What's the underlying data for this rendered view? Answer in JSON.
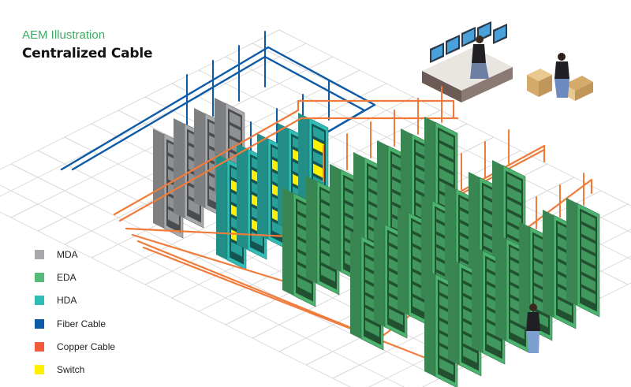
{
  "header": {
    "subtitle": "AEM Illustration",
    "title": "Centralized Cable"
  },
  "legend": [
    {
      "label": "MDA",
      "color": "#a7a9ac"
    },
    {
      "label": "EDA",
      "color": "#57b97a"
    },
    {
      "label": "HDA",
      "color": "#2fbdb5"
    },
    {
      "label": "Fiber Cable",
      "color": "#0d5aa7"
    },
    {
      "label": "Copper Cable",
      "color": "#f15a3a"
    },
    {
      "label": "Switch",
      "color": "#ffef00"
    }
  ],
  "colors": {
    "mda_rack": "#a7a9ac",
    "hda_rack": "#2fbdb5",
    "eda_rack": "#4cb36e",
    "fiber_cable": "#0d5aa7",
    "copper_cable": "#f07b3a",
    "switch": "#ffef00",
    "floor_grid": "#d8d8d8"
  },
  "scene": {
    "mda_racks": 4,
    "hda_racks": 5,
    "eda_rows": 3,
    "eda_racks_per_row": 7
  }
}
